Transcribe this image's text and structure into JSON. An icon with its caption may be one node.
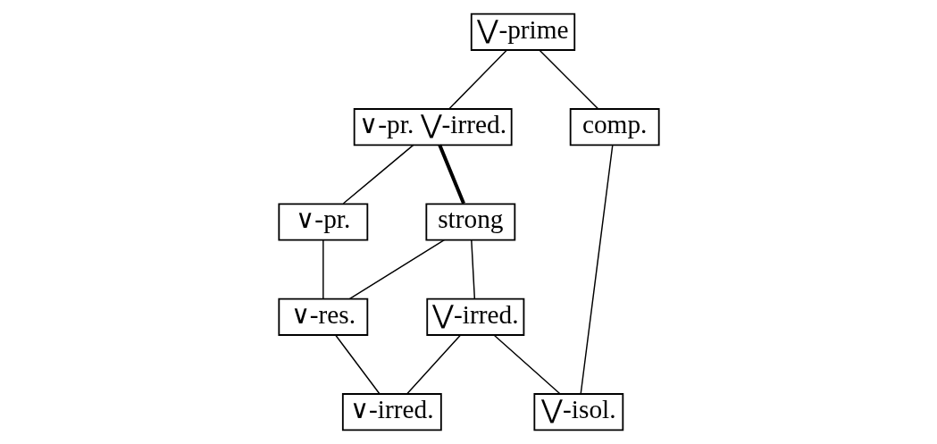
{
  "diagram": {
    "nodes": [
      {
        "text": [
          "⋁-prime"
        ]
      },
      {
        "text": [
          "∨-pr. ⋁-irred."
        ]
      },
      {
        "text": [
          "∨-pr."
        ]
      },
      {
        "text": [
          "strong"
        ]
      },
      {
        "text": [
          "comp."
        ]
      },
      {
        "text": [
          "∨-res."
        ]
      },
      {
        "text": [
          "⋁-irred."
        ]
      },
      {
        "text": [
          "∨-irred."
        ]
      },
      {
        "text": [
          "⋁-isol."
        ]
      }
    ],
    "edges": [
      {
        "from": 0,
        "to": 1,
        "arrow": "none"
      },
      {
        "from": 0,
        "to": 4,
        "arrow": "none"
      },
      {
        "from": 1,
        "to": 2,
        "arrow": "none"
      },
      {
        "from": 1,
        "to": 3,
        "arrow": "none",
        "style": "thick"
      },
      {
        "from": 2,
        "to": 5,
        "arrow": "none"
      },
      {
        "from": 3,
        "to": 5,
        "arrow": "none"
      },
      {
        "from": 3,
        "to": 6,
        "arrow": "none"
      },
      {
        "from": 5,
        "to": 7,
        "arrow": "none"
      },
      {
        "from": 6,
        "to": 7,
        "arrow": "none"
      },
      {
        "from": 6,
        "to": 8,
        "arrow": "none"
      },
      {
        "from": 4,
        "to": 8,
        "arrow": "none"
      }
    ]
  }
}
